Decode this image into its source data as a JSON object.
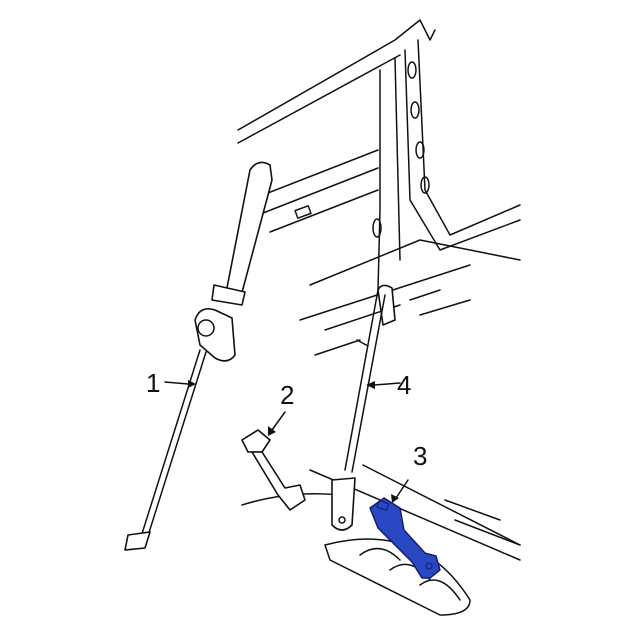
{
  "diagram": {
    "highlight_color": "#2b48c4",
    "callouts": [
      {
        "label": "1",
        "part": "seat-belt-retractor-assembly"
      },
      {
        "label": "2",
        "part": "buckle"
      },
      {
        "label": "3",
        "part": "buckle-highlighted"
      },
      {
        "label": "4",
        "part": "seat-belt-assembly"
      }
    ]
  }
}
